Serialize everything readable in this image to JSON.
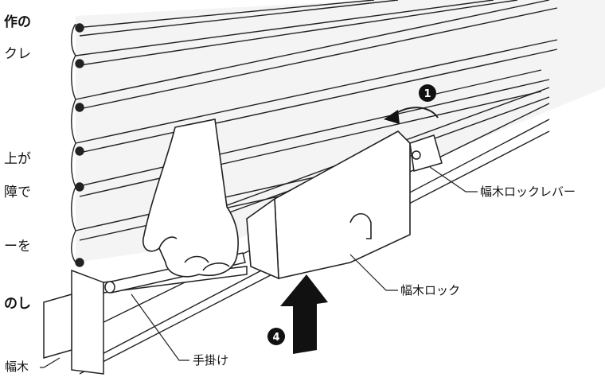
{
  "left_text": {
    "line1": "作の",
    "line2": "クレ",
    "line3": "上が",
    "line4": "障で",
    "line5": "ーを",
    "line6": "のし"
  },
  "labels": {
    "lock_lever": "幅木ロックレバー",
    "lock": "幅木ロック",
    "handle": "手掛け",
    "baseboard": "幅木"
  },
  "steps": {
    "step_top": "1",
    "step_bottom": "4"
  }
}
